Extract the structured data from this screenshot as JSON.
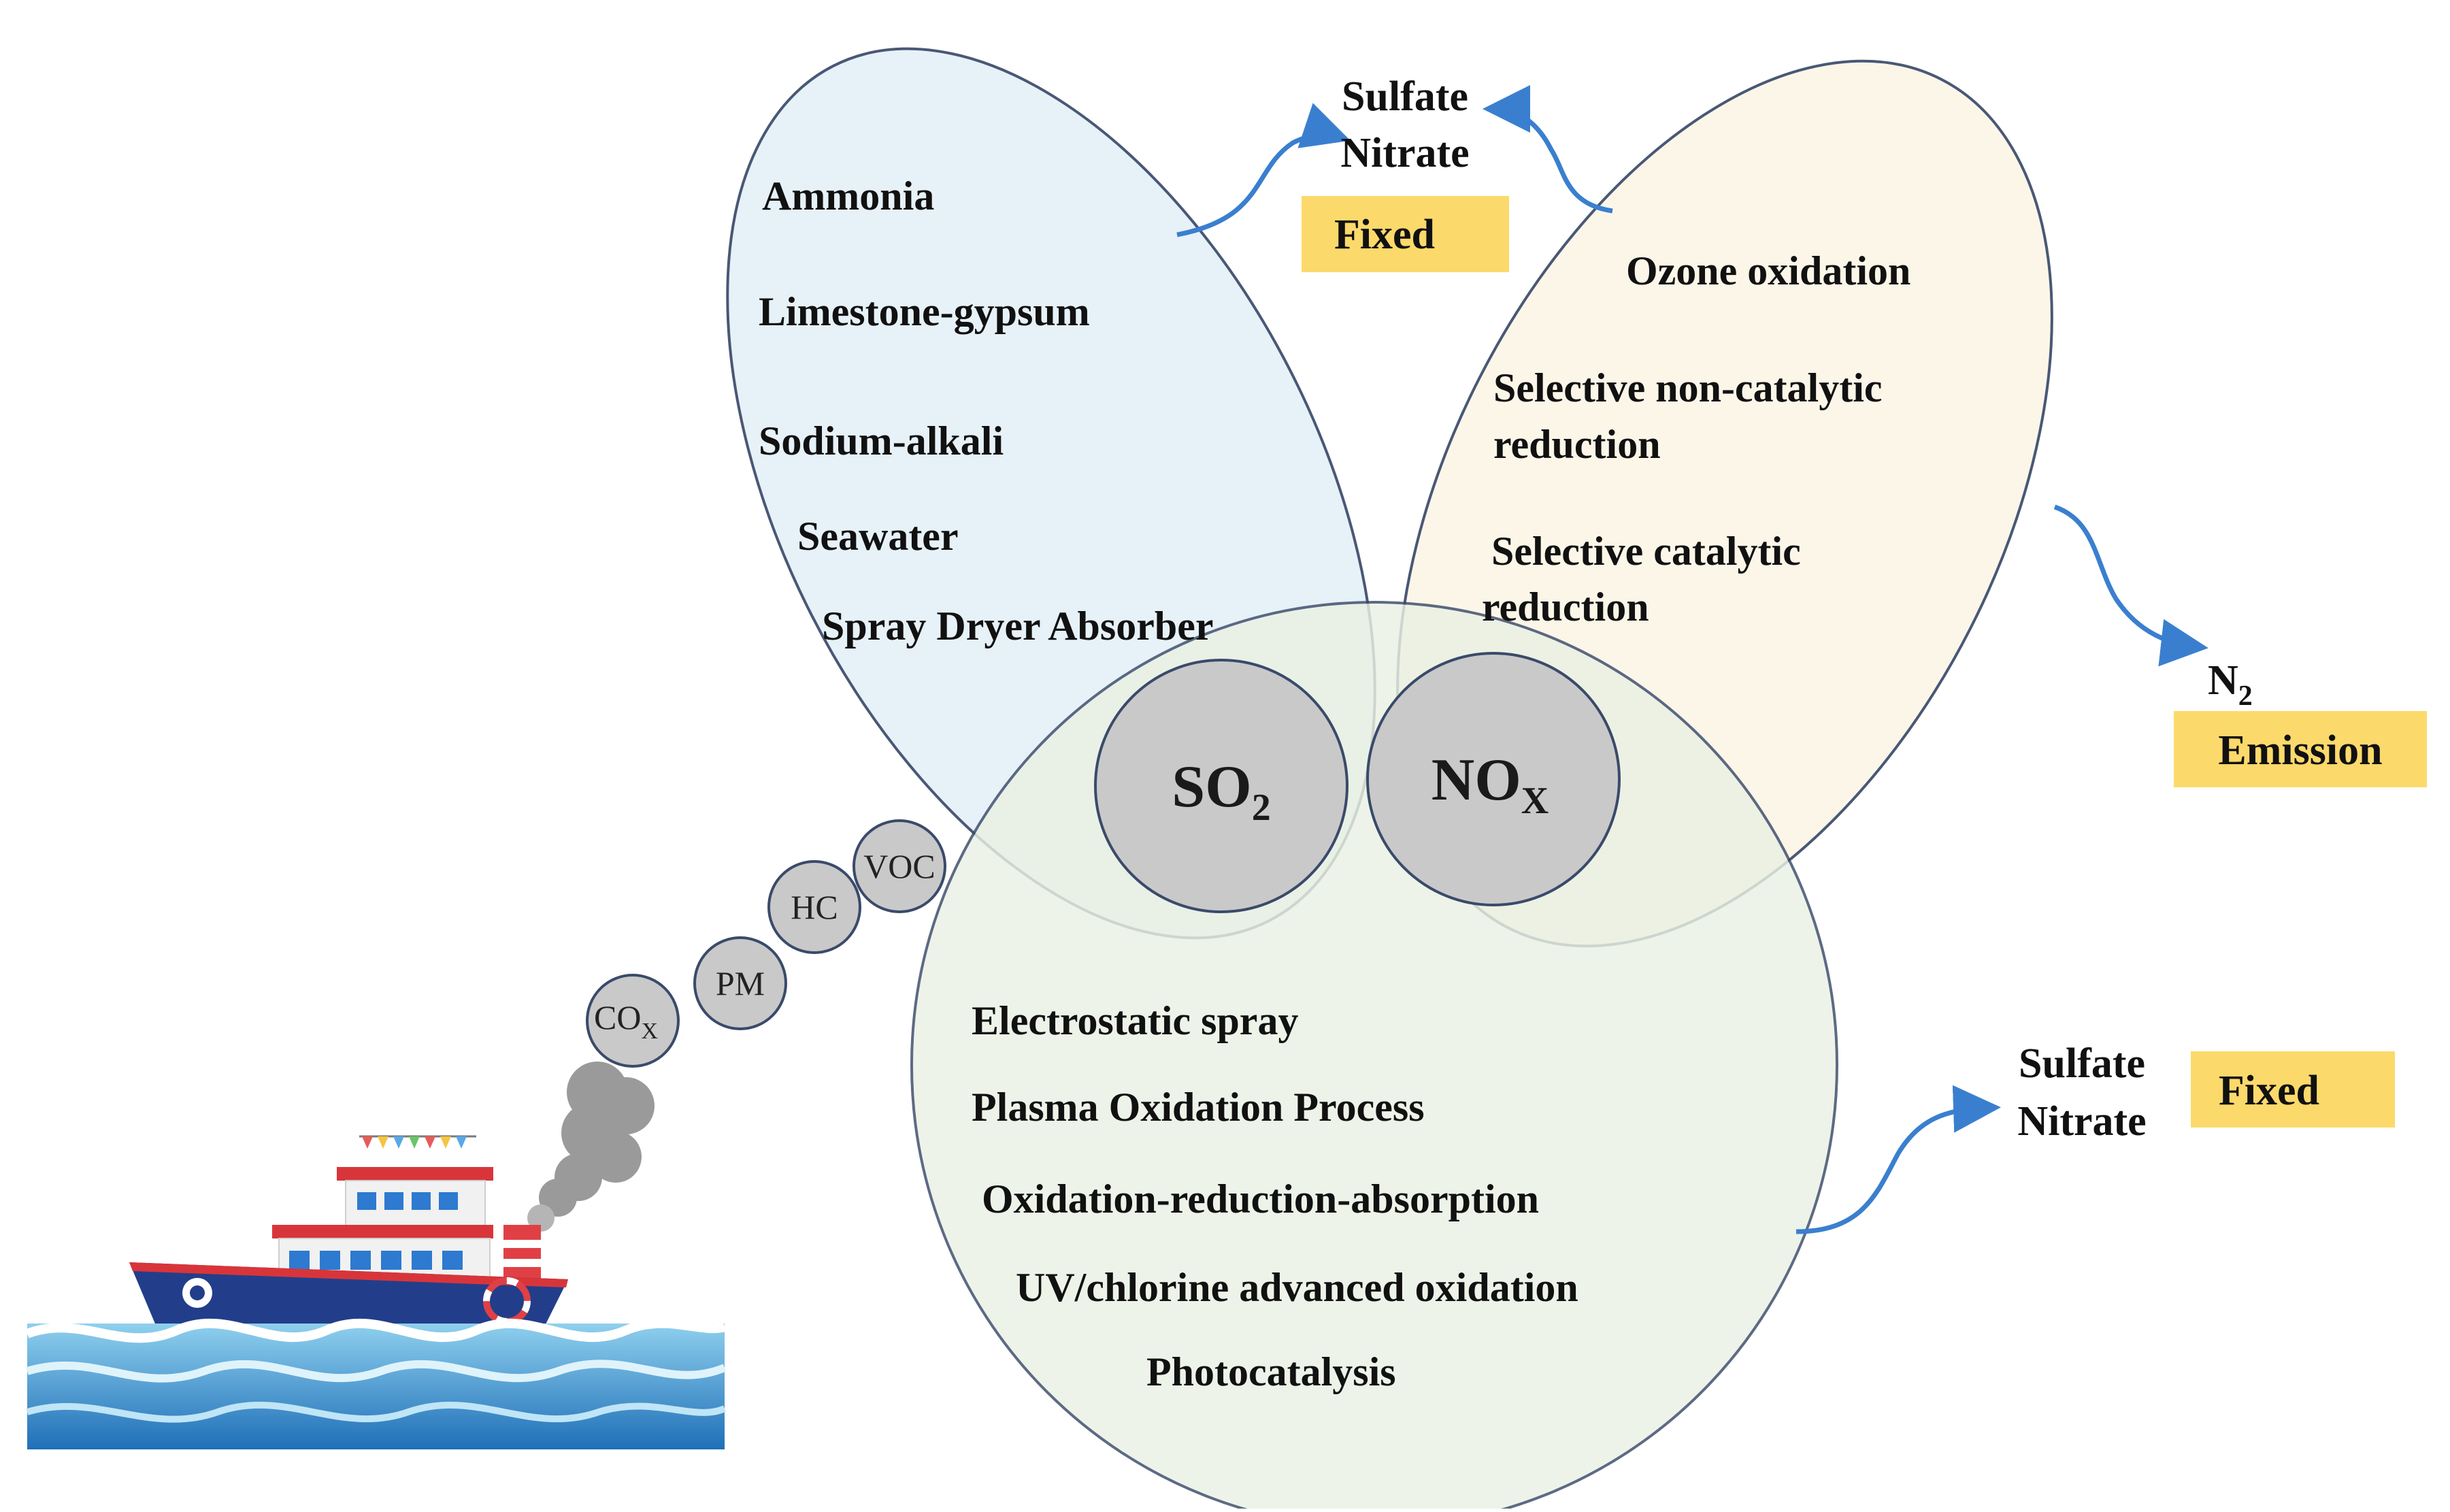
{
  "colors": {
    "so2_lobe": "#e6f0f8",
    "nox_lobe": "#fcf6e8",
    "combined_lobe": "#eaf1e3",
    "outline": "#3a4a6a",
    "center_circle": "#c9c9c9",
    "tag_fill": "#fcd96b",
    "arrow": "#3a7fcf"
  },
  "so2_methods": [
    "Ammonia",
    "Limestone-gypsum",
    "Sodium-alkali",
    "Seawater",
    "Spray Dryer Absorber"
  ],
  "nox_methods": [
    [
      "Ozone oxidation"
    ],
    [
      "Selective non-catalytic",
      "reduction"
    ],
    [
      "Selective catalytic",
      "reduction"
    ]
  ],
  "combined_methods": [
    "Electrostatic spray",
    "Plasma Oxidation Process",
    "Oxidation-reduction-absorption",
    "UV/chlorine advanced oxidation",
    "Photocatalysis"
  ],
  "center": {
    "so2": {
      "main": "SO",
      "sub": "2"
    },
    "nox": {
      "main": "NO",
      "sub": "X"
    }
  },
  "pollutants": [
    {
      "main": "VOC",
      "sub": ""
    },
    {
      "main": "HC",
      "sub": ""
    },
    {
      "main": "PM",
      "sub": ""
    },
    {
      "main": "CO",
      "sub": "X"
    }
  ],
  "outputs": {
    "top": {
      "line1": "Sulfate",
      "line2": "Nitrate",
      "tag": "Fixed"
    },
    "right": {
      "main": "N",
      "sub": "2",
      "tag": "Emission"
    },
    "bottom": {
      "line1": "Sulfate",
      "line2": "Nitrate",
      "tag": "Fixed"
    }
  }
}
